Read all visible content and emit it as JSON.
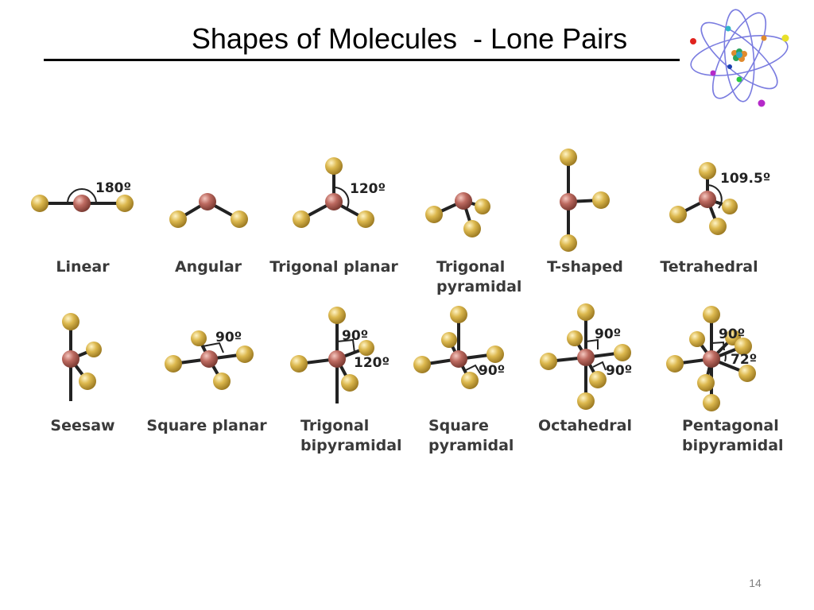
{
  "slide": {
    "title": "Shapes of Molecules  - Lone Pairs",
    "page_number": "14"
  },
  "colors": {
    "outer_atom": "#dcb84e",
    "central_atom": "#bd6a60",
    "bond": "#222222",
    "orbit": "#7a7ce0"
  },
  "logo": {
    "icon": "atom-icon"
  },
  "molecules": [
    {
      "label_lines": [
        "Linear"
      ],
      "angles": [
        "180º"
      ]
    },
    {
      "label_lines": [
        "Angular"
      ],
      "angles": []
    },
    {
      "label_lines": [
        "Trigonal planar"
      ],
      "angles": [
        "120º"
      ]
    },
    {
      "label_lines": [
        "Trigonal",
        "pyramidal"
      ],
      "angles": []
    },
    {
      "label_lines": [
        "T-shaped"
      ],
      "angles": []
    },
    {
      "label_lines": [
        "Tetrahedral"
      ],
      "angles": [
        "109.5º"
      ]
    },
    {
      "label_lines": [
        "Seesaw"
      ],
      "angles": []
    },
    {
      "label_lines": [
        "Square planar"
      ],
      "angles": [
        "90º"
      ]
    },
    {
      "label_lines": [
        "Trigonal",
        "bipyramidal"
      ],
      "angles": [
        "90º",
        "120º"
      ]
    },
    {
      "label_lines": [
        "Square",
        "pyramidal"
      ],
      "angles": [
        "90º"
      ]
    },
    {
      "label_lines": [
        "Octahedral"
      ],
      "angles": [
        "90º",
        "90º"
      ]
    },
    {
      "label_lines": [
        "Pentagonal",
        "bipyramidal"
      ],
      "angles": [
        "90º",
        "72º"
      ]
    }
  ]
}
